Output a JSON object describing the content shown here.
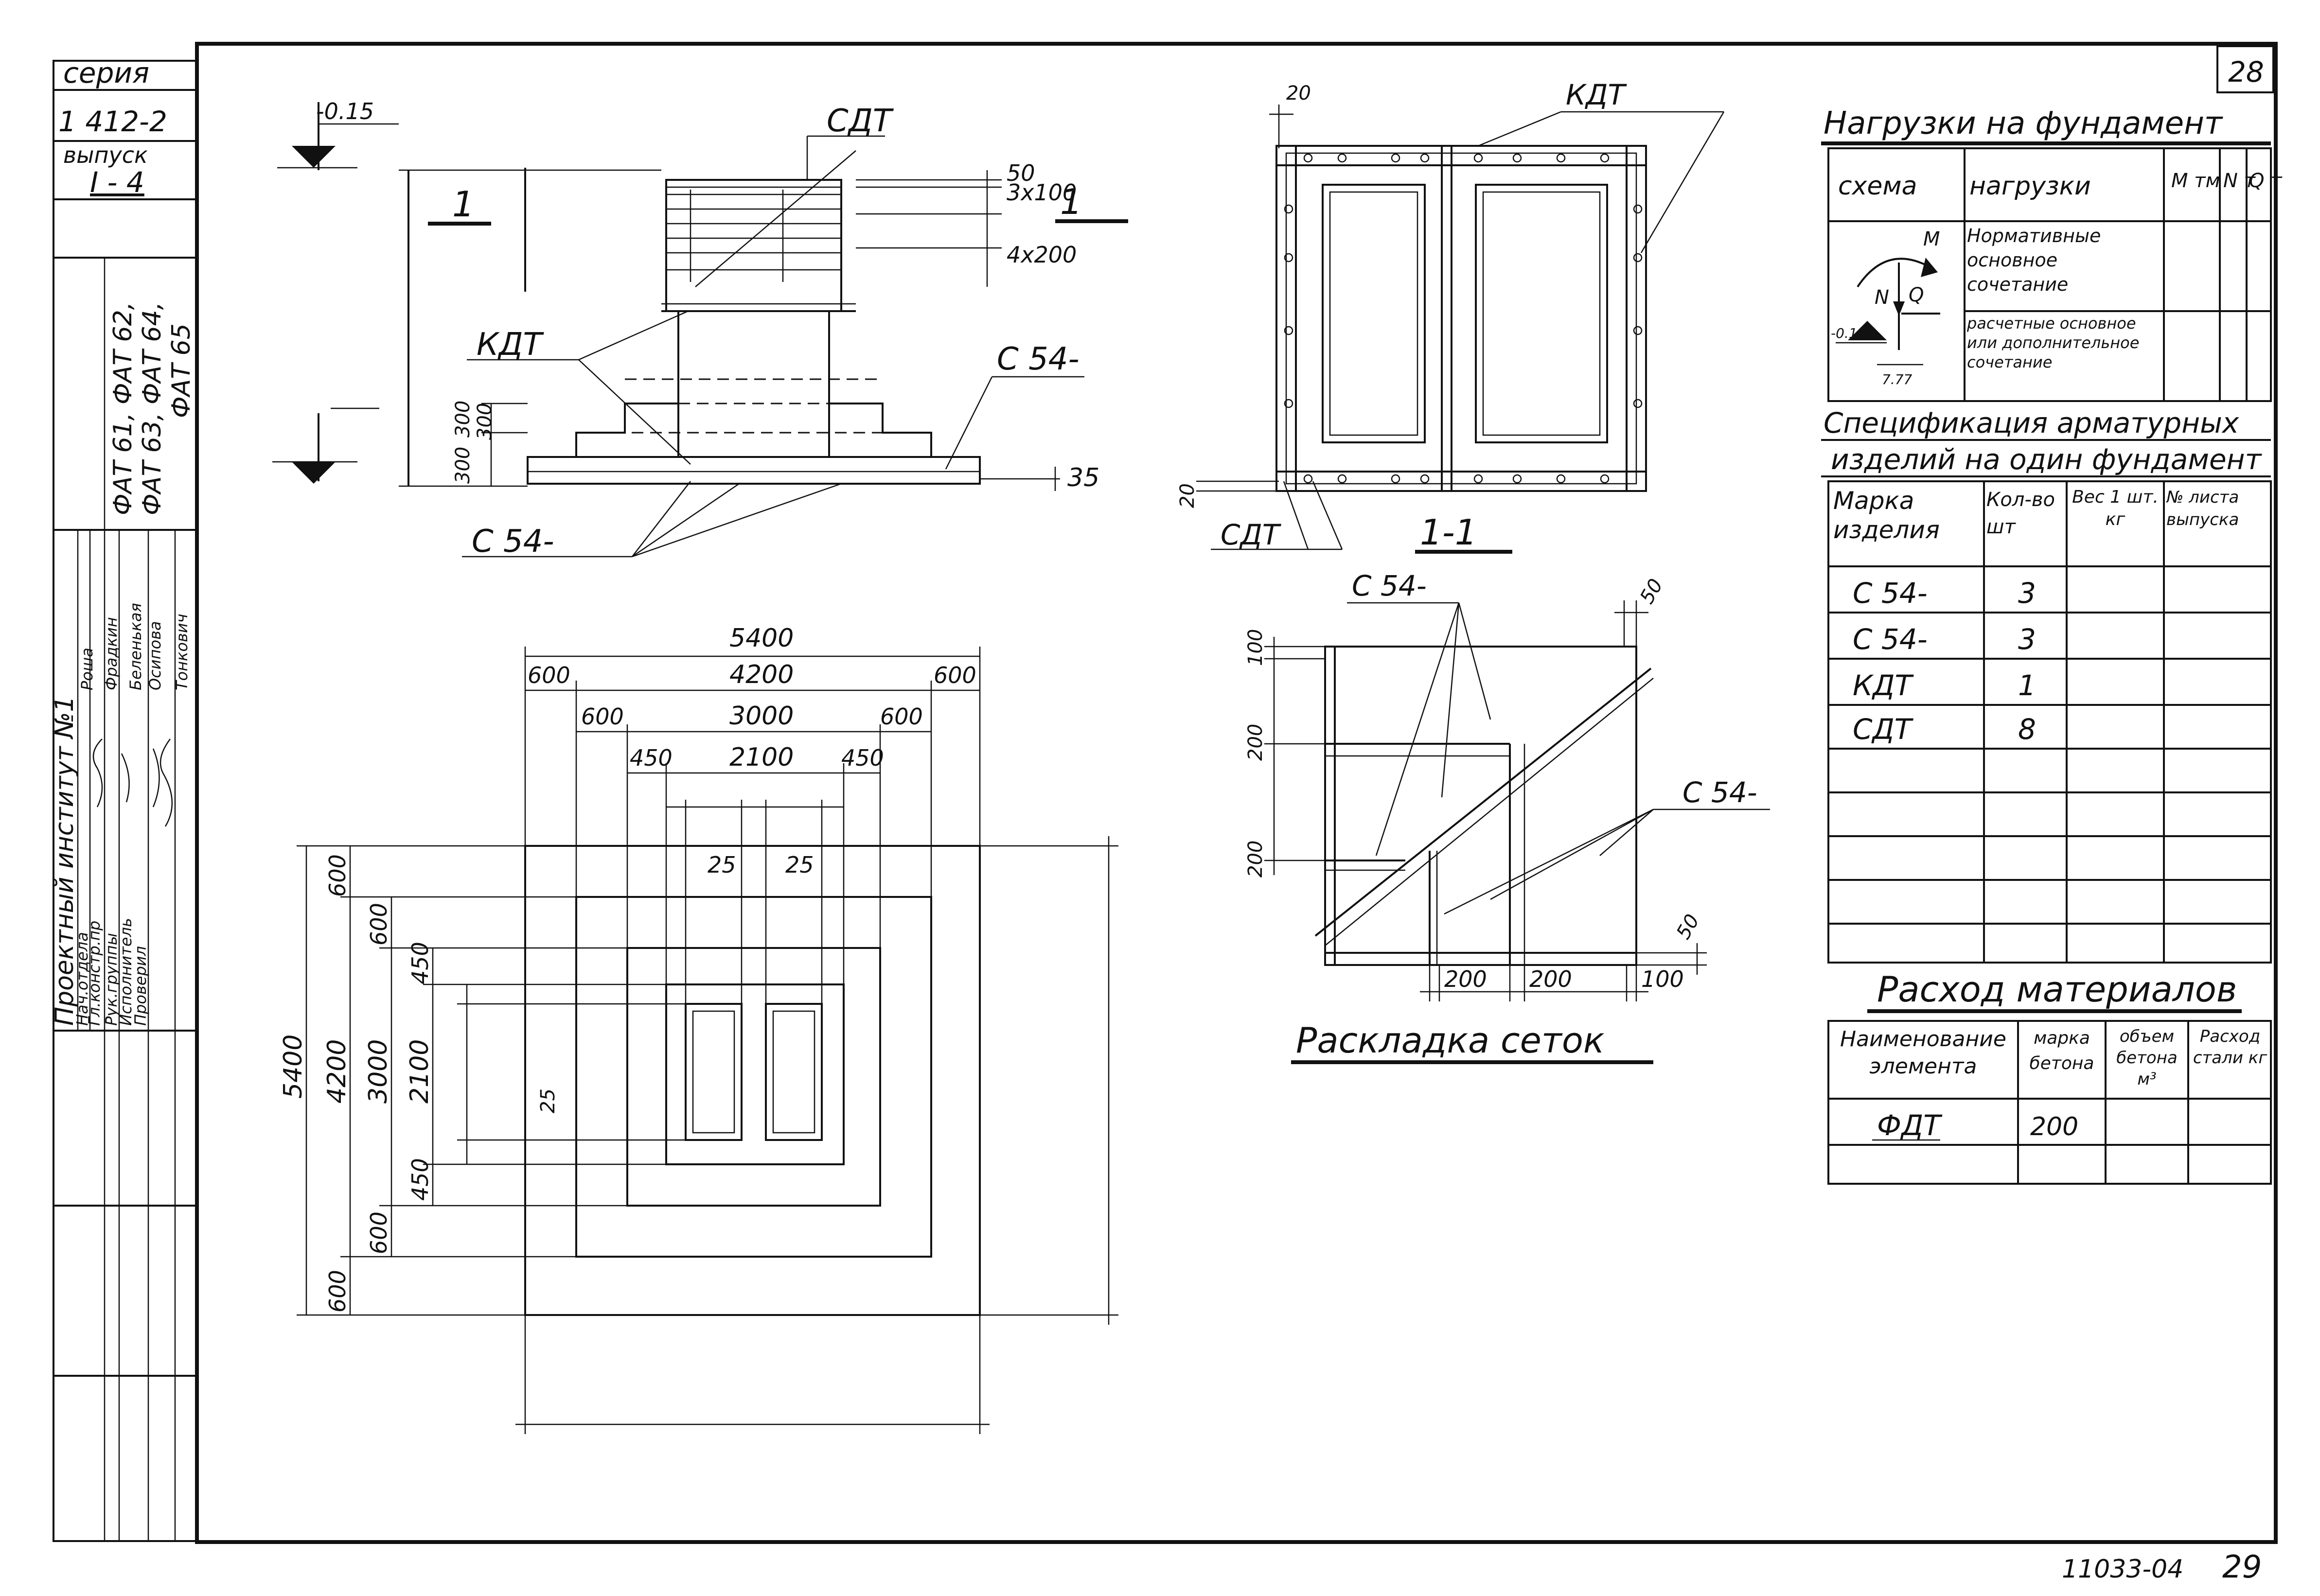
{
  "stamp": {
    "series_label": "серия",
    "series": "1 412-2",
    "issue_label": "выпуск",
    "issue": "I - 4",
    "marks_line1": "ФАТ 61, ФАТ 62,",
    "marks_line2": "ФАТ 63, ФАТ 64,",
    "marks_line3": "ФАТ 65",
    "institute": "Проектный институт №1",
    "roles": [
      "Нач.отдела",
      "Гл.констр.пр",
      "Рук.группы",
      "Исполнитель",
      "Проверил"
    ],
    "names": [
      "Роша",
      "Фрадкин",
      "Беленькая",
      "Осипова",
      "Тонкович"
    ]
  },
  "sheet_number": "28",
  "footer": {
    "doc_code": "11033-04",
    "page": "29"
  },
  "elevation": {
    "level": "-0.15",
    "section_mark": "1",
    "labels": {
      "sdt": "СДТ",
      "kdt": "КДТ",
      "c54_right": "С 54-",
      "c54_bottom": "С 54-"
    },
    "dims_right": [
      "50",
      "3x100",
      "4x200",
      "35"
    ],
    "dims_left": [
      "300",
      "300",
      "300"
    ]
  },
  "section": {
    "title": "1-1",
    "labels": {
      "kdt": "КДТ",
      "sdt": "СДТ"
    },
    "dims": [
      "20",
      "20"
    ]
  },
  "plan": {
    "top_dims": [
      "5400",
      "600",
      "4200",
      "600",
      "600",
      "3000",
      "600",
      "450",
      "2100",
      "450",
      "25",
      "25"
    ],
    "left_dims": [
      "5400",
      "600",
      "4200",
      "600",
      "3000",
      "450",
      "2100",
      "450",
      "600",
      "600",
      "25"
    ]
  },
  "mesh_layout": {
    "title": "Раскладка сеток",
    "labels": {
      "c54_top": "С 54-",
      "c54_right": "С 54-"
    },
    "dims_left": [
      "100",
      "200",
      "200"
    ],
    "dims_right": [
      "50",
      "50"
    ],
    "dims_bottom": [
      "200",
      "200",
      "100"
    ]
  },
  "loads_table": {
    "title": "Нагрузки на фундамент",
    "headers": [
      "схема",
      "нагрузки",
      "M тм",
      "N т",
      "Q т"
    ],
    "rows": [
      [
        "Нормативные основное сочетание"
      ],
      [
        "расчетные основное или дополнительное сочетание"
      ]
    ],
    "scheme_labels": [
      "M",
      "N",
      "Q",
      "-0.15",
      "7.77"
    ]
  },
  "spec_table": {
    "title_line1": "Спецификация арматурных",
    "title_line2": "изделий на один фундамент",
    "headers": [
      "Марка изделия",
      "Кол-во шт",
      "Вес 1 шт. кг",
      "№ листа выпуска"
    ],
    "rows": [
      [
        "С 54-",
        "3",
        "",
        ""
      ],
      [
        "С 54-",
        "3",
        "",
        ""
      ],
      [
        "КДТ",
        "1",
        "",
        ""
      ],
      [
        "СДТ",
        "8",
        "",
        ""
      ]
    ]
  },
  "materials_table": {
    "title": "Расход материалов",
    "headers": [
      "Наименование элемента",
      "марка бетона",
      "объем бетона м³",
      "Расход стали кг"
    ],
    "rows": [
      [
        "ФДТ",
        "200",
        "",
        ""
      ]
    ]
  }
}
